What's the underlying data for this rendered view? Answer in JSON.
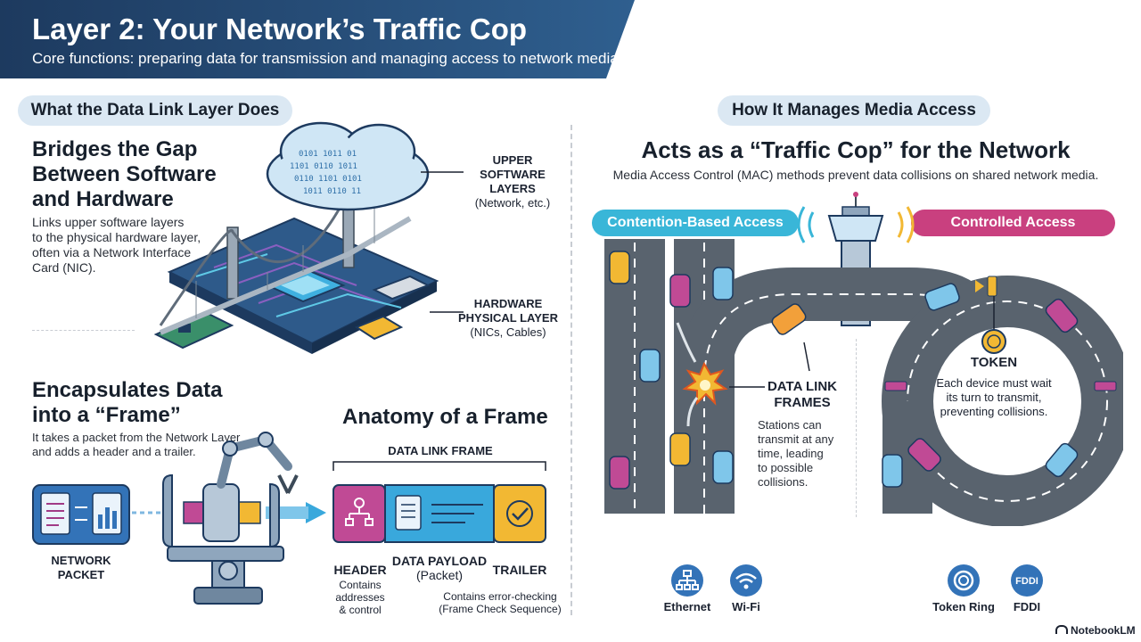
{
  "header": {
    "title": "Layer 2: Your Network’s Traffic Cop",
    "subtitle": "Core functions: preparing data for transmission and managing access to network media."
  },
  "left": {
    "pill": "What the Data Link Layer Does",
    "bridge": {
      "heading_line1": "Bridges the Gap",
      "heading_line2": "Between Software",
      "heading_line3": "and Hardware",
      "text_line1": "Links upper software layers",
      "text_line2": "to the physical hardware layer,",
      "text_line3": "often via a Network Interface",
      "text_line4": "Card (NIC).",
      "upper_line1": "UPPER",
      "upper_line2": "SOFTWARE",
      "upper_line3": "LAYERS",
      "upper_line4": "(Network, etc.)",
      "hw_line1": "HARDWARE",
      "hw_line2": "PHYSICAL LAYER",
      "hw_line3": "(NICs, Cables)"
    },
    "encap": {
      "heading_line1": "Encapsulates Data",
      "heading_line2": "into a “Frame”",
      "text_line1": "It takes a packet from the Network Layer",
      "text_line2": "and adds a header and a trailer.",
      "packet_line1": "NETWORK",
      "packet_line2": "PACKET"
    },
    "anatomy": {
      "heading": "Anatomy of a Frame",
      "frame_label": "DATA LINK FRAME",
      "header_label": "HEADER",
      "header_desc_line1": "Contains",
      "header_desc_line2": "addresses",
      "header_desc_line3": "& control",
      "payload_line1": "DATA PAYLOAD",
      "payload_line2": "(Packet)",
      "trailer_label": "TRAILER",
      "trailer_desc_line1": "Contains error-checking",
      "trailer_desc_line2": "(Frame Check Sequence)"
    }
  },
  "right": {
    "pill": "How It Manages Media Access",
    "heading": "Acts as a “Traffic Cop” for the Network",
    "subheading": "Media Access Control (MAC) methods prevent data collisions on shared network media.",
    "contention_label": "Contention-Based Access",
    "controlled_label": "Controlled Access",
    "frames_line1": "DATA LINK",
    "frames_line2": "FRAMES",
    "stations_line1": "Stations can",
    "stations_line2": "transmit at any",
    "stations_line3": "time, leading",
    "stations_line4": "to possible",
    "stations_line5": "collisions.",
    "token_label": "TOKEN",
    "token_line1": "Each device must wait",
    "token_line2": "its turn to transmit,",
    "token_line3": "preventing collisions.",
    "examples": [
      {
        "name": "Ethernet",
        "icon": "ethernet-icon"
      },
      {
        "name": "Wi-Fi",
        "icon": "wifi-icon"
      },
      {
        "name": "Token Ring",
        "icon": "token-ring-icon"
      },
      {
        "name": "FDDI",
        "icon": "fddi-icon",
        "badge": "FDDI"
      }
    ]
  },
  "footer": {
    "brand": "NotebookLM"
  },
  "colors": {
    "banner_dark": "#1d3a5f",
    "banner_light": "#2f5f8f",
    "pill_bg": "#dbe8f3",
    "contention": "#39b6d8",
    "controlled": "#c9407f",
    "header_magenta": "#c04a95",
    "payload_blue": "#39a8dc",
    "trailer_yellow": "#f2b833",
    "road": "#59636e"
  }
}
